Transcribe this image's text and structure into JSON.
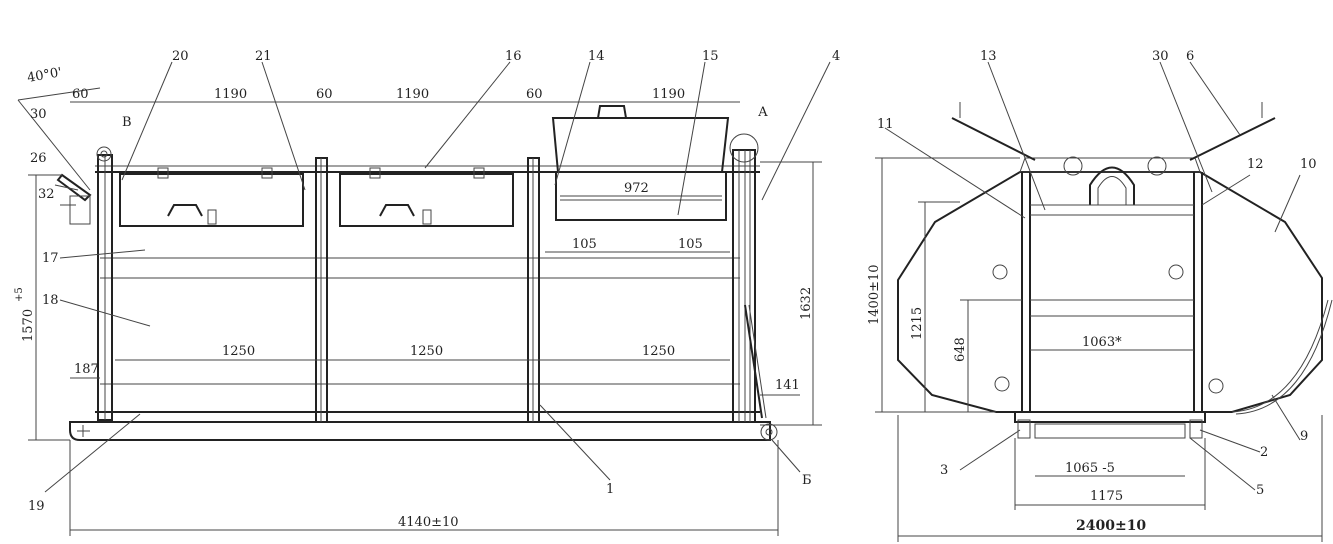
{
  "side_view": {
    "dimensions": {
      "angle": "40°0'",
      "gap_left": "60",
      "span_1": "1190",
      "gap_mid1": "60",
      "span_2": "1190",
      "gap_mid2": "60",
      "span_3": "1190",
      "height_total": "1570",
      "height_tol": "+5",
      "height_right": "1632",
      "hatch_width": "972",
      "offset_left": "105",
      "offset_right": "105",
      "bay_1": "1250",
      "bay_2": "1250",
      "bay_3": "1250",
      "left_offset": "187",
      "right_offset": "141",
      "length_total": "4140±10"
    },
    "callouts": [
      "20",
      "21",
      "16",
      "14",
      "15",
      "4",
      "30",
      "26",
      "32",
      "17",
      "18",
      "19",
      "1"
    ],
    "view_marks": [
      "А",
      "В",
      "Б"
    ]
  },
  "end_view": {
    "dimensions": {
      "height_total": "1400±10",
      "height_mid": "1215",
      "height_low": "648",
      "inner_width": "1063*",
      "frame_width": "1065 -5",
      "base_width": "1175",
      "overall_width": "2400±10"
    },
    "callouts": [
      "13",
      "30",
      "6",
      "11",
      "12",
      "10",
      "3",
      "2",
      "9",
      "5"
    ]
  }
}
